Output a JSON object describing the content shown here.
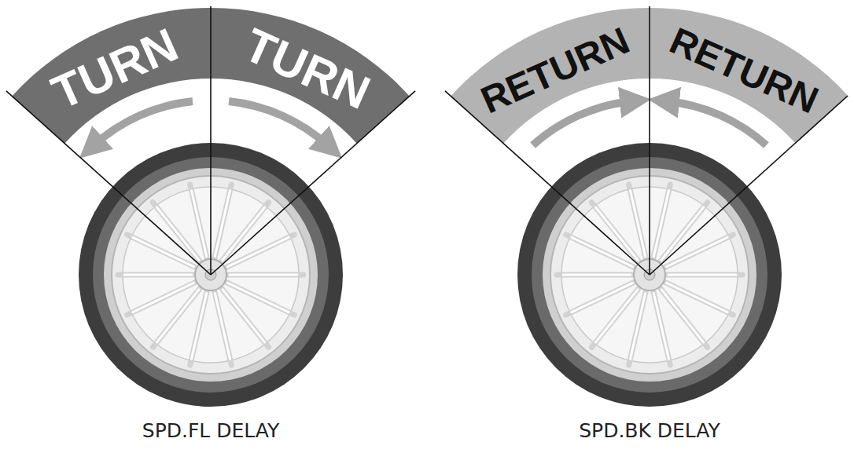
{
  "diagram": {
    "labels": [
      "TURN",
      "TURN",
      "RETURN",
      "RETURN",
      "SPD.FL DELAY",
      "SPD.BK DELAY"
    ]
  }
}
